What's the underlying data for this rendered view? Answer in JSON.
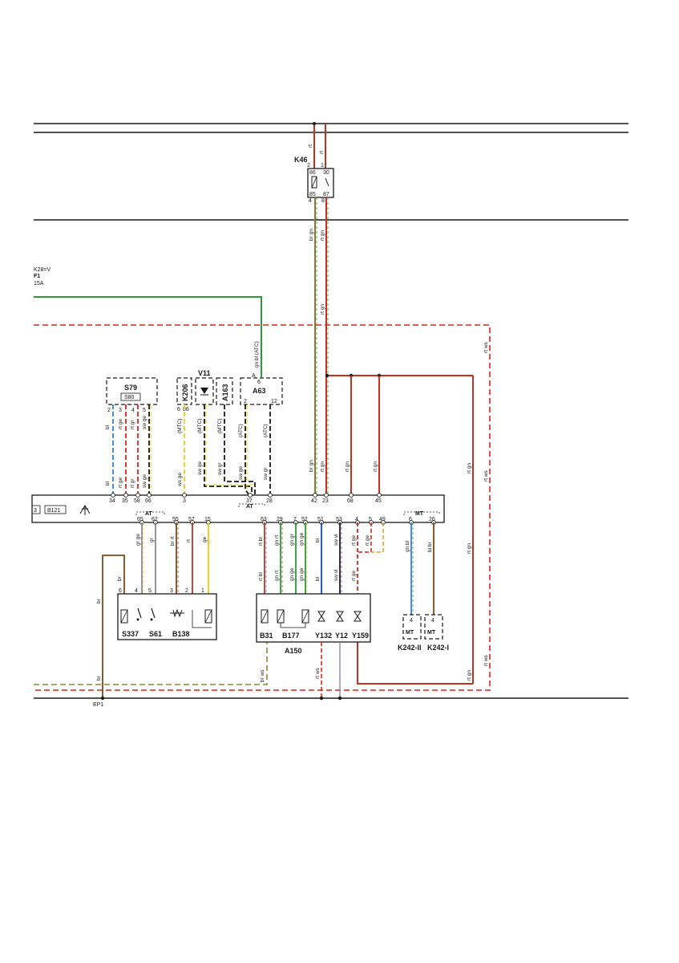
{
  "diagram": {
    "header": {
      "fuse_label_1": "K28=V",
      "fuse_label_2": "F1",
      "fuse_label_3": "15A"
    },
    "components": {
      "k46": "K46",
      "s79": "S79",
      "s80": "S80",
      "k206": "K206",
      "v11": "V11",
      "a163": "A163",
      "a63": "A63",
      "b121": "B121",
      "b_frag": "3",
      "s337": "S337",
      "s61": "S61",
      "b138": "B138",
      "b31": "B31",
      "b177": "B177",
      "y132": "Y132",
      "y12": "Y12",
      "y159": "Y159",
      "a150": "A150",
      "k242_2": "K242-II",
      "k242_1": "K242-I",
      "mt_sub_1": "MT",
      "mt_sub_2": "MT",
      "ep1": "EP1",
      "at_group_1": "AT",
      "at_group_2": "AT",
      "mt_group": "MT"
    },
    "pins": {
      "k46_86": "86",
      "k46_30": "30",
      "k46_85": "85",
      "k46_87": "87",
      "k46_2": "2",
      "k46_1": "1",
      "k46_4": "4",
      "k46_8": "8",
      "s79_2": "2",
      "s79_3": "3",
      "s79_4": "4",
      "s79_5": "5",
      "k206_6": "6",
      "k206_86": "86",
      "a63_6": "6",
      "a63_A": "A",
      "a63_2": "2",
      "a63_12": "12",
      "ecu_34": "34",
      "ecu_35": "35",
      "ecu_58": "58",
      "ecu_66": "66",
      "ecu_3": "3",
      "ecu_37": "37",
      "ecu_28": "28",
      "ecu_42": "42",
      "ecu_23": "23",
      "ecu_68": "68",
      "ecu_45": "45",
      "ecu_65": "65",
      "ecu_62": "62",
      "ecu_55": "55",
      "ecu_57": "57",
      "ecu_15": "15",
      "ecu_63": "63",
      "ecu_29": "29",
      "ecu_7": "7",
      "ecu_52": "52",
      "ecu_51": "51",
      "ecu_53": "53",
      "ecu_4": "4",
      "ecu_5": "5",
      "ecu_49": "49",
      "ecu_6": "6",
      "ecu_26": "26",
      "sw_6": "6",
      "sw_4": "4",
      "sw_5": "5",
      "sw_3": "3",
      "sw_2": "2",
      "sw_1": "1",
      "k242_4a": "4",
      "k242_4b": "4"
    },
    "wire_labels": {
      "rt_top1": "rt",
      "rt_top2": "rt",
      "br_gn1": "br gn",
      "rt_gn1": "rt gn",
      "rt_gn2": "rt gn",
      "gn_bl_atc": "gn bl (ATC)",
      "rt_ws1": "rt ws",
      "rt_ws2": "rt ws",
      "rt_ws3": "rt ws",
      "bl1": "bl",
      "rt_ge1": "rt ge",
      "rt_gr1": "rt gr",
      "sw_ge1": "sw ge",
      "bl2": "bl",
      "rt_ge2": "rt ge",
      "rt_gr2": "rt gr",
      "sw_ge2": "sw ge",
      "mtc1": "(MTC)",
      "ws_ge": "ws ge",
      "mtc2": "(MTC)",
      "sw_ge3": "sw ge",
      "mtc3": "(MTC)",
      "sw_gr1": "sw gr",
      "atc1": "(ATC)",
      "sw_ge4": "sw ge",
      "atc2": "(ATC)",
      "sw_gr2": "sw gr",
      "br_gn2": "br gn",
      "rt_gn3": "rt gn",
      "rt_gn4": "rt gn",
      "rt_gn5": "rt gn",
      "rt_gn6": "rt gn",
      "rt_gn7": "rt gn",
      "gr_ge": "gr ge",
      "gr": "gr",
      "br_rt": "br rt",
      "rt": "rt",
      "ge": "ge",
      "br1": "br",
      "br2": "br",
      "br3": "br",
      "rt_bl1": "rt bl",
      "gn_rt1": "gn rt",
      "gn_gr": "gn gr",
      "gn_ge1": "gn ge",
      "bl3": "bl",
      "sw_vi": "sw vi",
      "rt_ge3": "rt ge",
      "rt_ge4": "rt ge",
      "gn_bl": "gn bl",
      "bl_br": "bl br",
      "rt_bl2": "rt bl",
      "gn_rt2": "gn rt",
      "gn_ge2": "gn ge",
      "gn_ge3": "gn ge",
      "bl4": "bl",
      "sw_vi2": "sw vi",
      "rt_ge5": "rt ge",
      "br_ws": "br ws",
      "rt_ws4": "rt ws",
      "rt_gn8": "rt gn"
    }
  }
}
